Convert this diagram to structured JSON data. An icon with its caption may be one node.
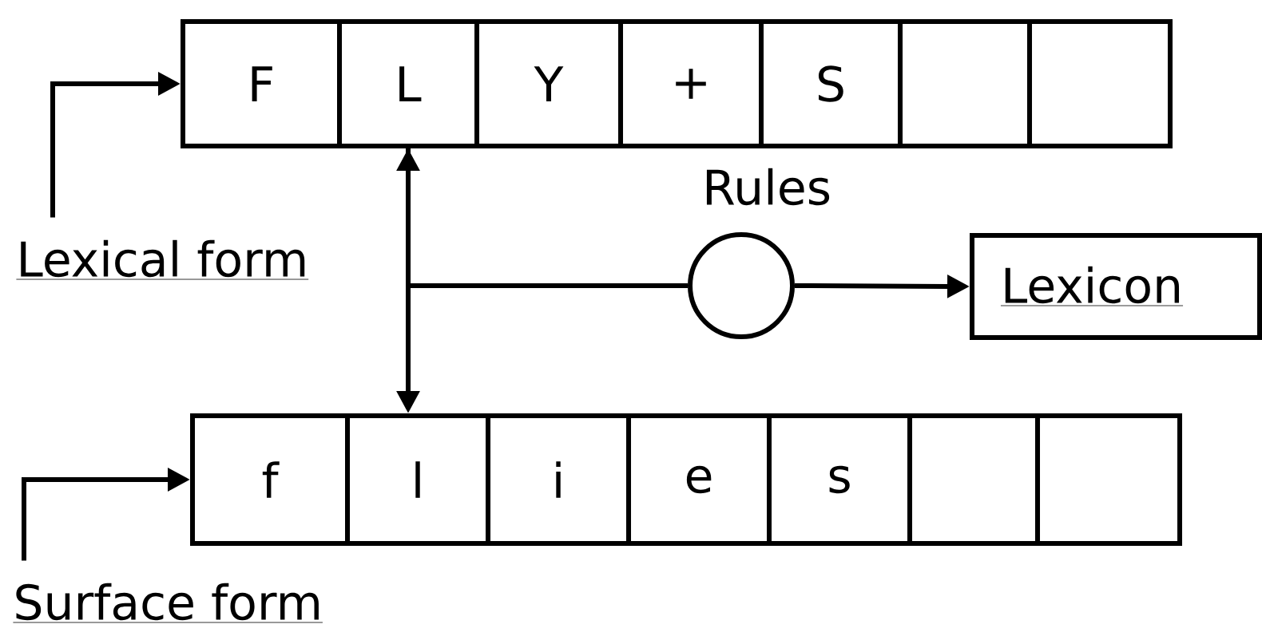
{
  "diagram": {
    "nodes": [
      {
        "text": [
          "F"
        ]
      },
      {
        "text": [
          "L"
        ]
      },
      {
        "text": [
          "Y"
        ]
      },
      {
        "text": [
          "+"
        ]
      },
      {
        "text": [
          "S"
        ]
      },
      {
        "text": [],
        "shape": "box"
      },
      {
        "text": [],
        "shape": "box"
      },
      {
        "text": [
          "f"
        ]
      },
      {
        "text": [
          "l"
        ]
      },
      {
        "text": [
          "i"
        ]
      },
      {
        "text": [
          "e"
        ]
      },
      {
        "text": [
          "s"
        ]
      },
      {
        "text": [],
        "shape": "box"
      },
      {
        "text": [],
        "shape": "box"
      },
      {
        "text": [],
        "shape": "circle",
        "beside": [
          "Rules"
        ]
      },
      {
        "text": [
          "Lexicon"
        ]
      },
      {
        "text": [
          "Lexical form"
        ]
      },
      {
        "text": [
          "Surface form"
        ]
      }
    ],
    "edges": [
      {
        "from": 16,
        "to": 0,
        "arrow": "to"
      },
      {
        "from": 17,
        "to": 7,
        "arrow": "to"
      },
      {
        "from": 1,
        "to": 8,
        "arrow": "both"
      },
      {
        "from": 1,
        "to": 14,
        "arrow": "none"
      },
      {
        "from": 14,
        "to": 15,
        "arrow": "to"
      }
    ]
  }
}
